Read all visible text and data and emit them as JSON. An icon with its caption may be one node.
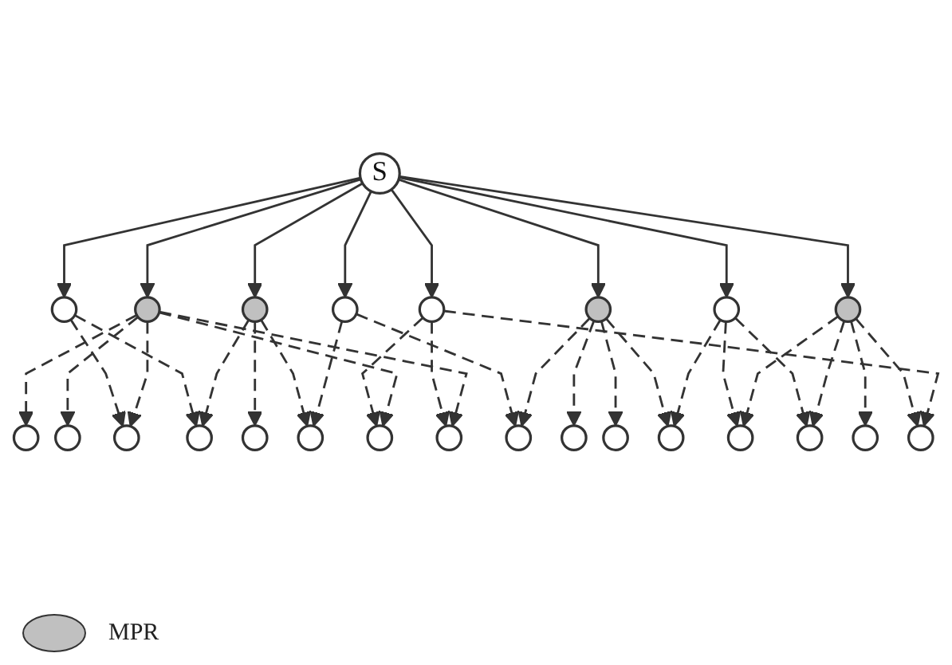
{
  "diagram": {
    "nodes": [
      {
        "text": [],
        "shape": "circle"
      },
      {
        "text": [],
        "shape": "circle"
      },
      {
        "text": [],
        "shape": "circle"
      },
      {
        "text": [],
        "shape": "circle"
      },
      {
        "text": [],
        "shape": "circle"
      },
      {
        "text": [],
        "shape": "circle"
      },
      {
        "text": [],
        "shape": "circle"
      },
      {
        "text": [],
        "shape": "circle"
      },
      {
        "text": [],
        "shape": "circle"
      },
      {
        "text": [],
        "shape": "circle"
      },
      {
        "text": [],
        "shape": "circle"
      },
      {
        "text": [],
        "shape": "circle"
      },
      {
        "text": [
          "S"
        ]
      },
      {
        "text": [],
        "shape": "circle"
      },
      {
        "text": [],
        "shape": "circle"
      },
      {
        "text": [],
        "shape": "circle"
      },
      {
        "text": [],
        "shape": "circle"
      },
      {
        "text": [],
        "shape": "circle"
      },
      {
        "text": [],
        "shape": "circle"
      },
      {
        "text": [],
        "shape": "circle"
      },
      {
        "text": [],
        "shape": "circle"
      },
      {
        "text": [],
        "shape": "circle"
      },
      {
        "text": [],
        "shape": "circle"
      },
      {
        "text": [],
        "shape": "circle"
      },
      {
        "text": [],
        "shape": "circle"
      }
    ],
    "edges": [
      {
        "from": 12,
        "to": 5,
        "arrow": "to"
      },
      {
        "from": 12,
        "to": 9,
        "arrow": "to"
      },
      {
        "from": 12,
        "to": 13,
        "arrow": "to"
      },
      {
        "from": 12,
        "to": 17,
        "arrow": "to"
      },
      {
        "from": 12,
        "to": 19,
        "arrow": "to"
      },
      {
        "from": 12,
        "to": 16,
        "arrow": "to"
      },
      {
        "from": 12,
        "to": 11,
        "arrow": "to"
      },
      {
        "from": 12,
        "to": 8,
        "arrow": "to"
      },
      {
        "from": 5,
        "to": 0,
        "arrow": "to",
        "style": "dashed"
      },
      {
        "from": 5,
        "to": 4,
        "arrow": "to",
        "style": "dashed"
      },
      {
        "from": 5,
        "to": 1,
        "arrow": "to",
        "style": "dashed"
      },
      {
        "from": 5,
        "to": 2,
        "arrow": "to",
        "style": "dashed"
      },
      {
        "from": 5,
        "to": 3,
        "arrow": "to",
        "style": "dashed"
      },
      {
        "from": 8,
        "to": 0,
        "arrow": "to",
        "style": "dashed"
      },
      {
        "from": 8,
        "to": 4,
        "arrow": "to",
        "style": "dashed"
      },
      {
        "from": 8,
        "to": 7,
        "arrow": "to",
        "style": "dashed"
      },
      {
        "from": 11,
        "to": 7,
        "arrow": "to",
        "style": "dashed"
      },
      {
        "from": 11,
        "to": 10,
        "arrow": "to",
        "style": "dashed"
      },
      {
        "from": 11,
        "to": 15,
        "arrow": "to",
        "style": "dashed"
      },
      {
        "from": 11,
        "to": 20,
        "arrow": "to",
        "style": "dashed"
      },
      {
        "from": 16,
        "to": 15,
        "arrow": "to",
        "style": "dashed"
      },
      {
        "from": 16,
        "to": 20,
        "arrow": "to",
        "style": "dashed"
      },
      {
        "from": 16,
        "to": 22,
        "arrow": "to",
        "style": "dashed"
      },
      {
        "from": 19,
        "to": 22,
        "arrow": "to",
        "style": "dashed"
      },
      {
        "from": 19,
        "to": 23,
        "arrow": "to",
        "style": "dashed"
      },
      {
        "from": 19,
        "to": 24,
        "arrow": "to",
        "style": "dashed"
      },
      {
        "from": 19,
        "to": 21,
        "arrow": "to",
        "style": "dashed"
      },
      {
        "from": 17,
        "to": 18,
        "arrow": "to",
        "style": "dashed"
      },
      {
        "from": 17,
        "to": 21,
        "arrow": "to",
        "style": "dashed"
      },
      {
        "from": 13,
        "to": 6,
        "arrow": "to",
        "style": "dashed"
      },
      {
        "from": 13,
        "to": 14,
        "arrow": "to",
        "style": "dashed"
      },
      {
        "from": 13,
        "to": 18,
        "arrow": "to",
        "style": "dashed"
      },
      {
        "from": 9,
        "to": 3,
        "arrow": "to",
        "style": "dashed"
      },
      {
        "from": 9,
        "to": 6,
        "arrow": "to",
        "style": "dashed"
      }
    ],
    "legend": [
      {
        "text": "MPR",
        "color": "#c0c0c0"
      }
    ]
  }
}
